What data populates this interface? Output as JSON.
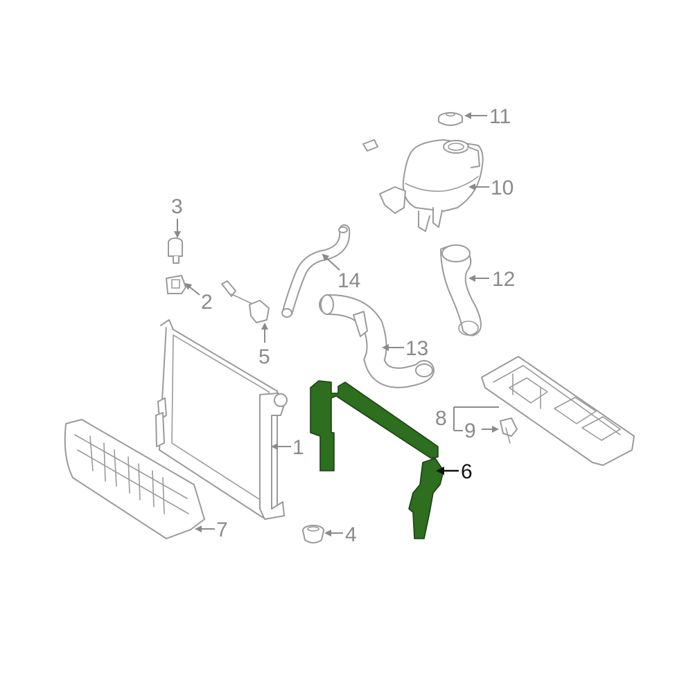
{
  "diagram": {
    "highlight_color": "#2e6e1f",
    "callouts": {
      "c1": "1",
      "c2": "2",
      "c3": "3",
      "c4": "4",
      "c5": "5",
      "c6": "6",
      "c7": "7",
      "c8": "8",
      "c9": "9",
      "c10": "10",
      "c11": "11",
      "c12": "12",
      "c13": "13",
      "c14": "14"
    },
    "highlighted_part": "6"
  }
}
